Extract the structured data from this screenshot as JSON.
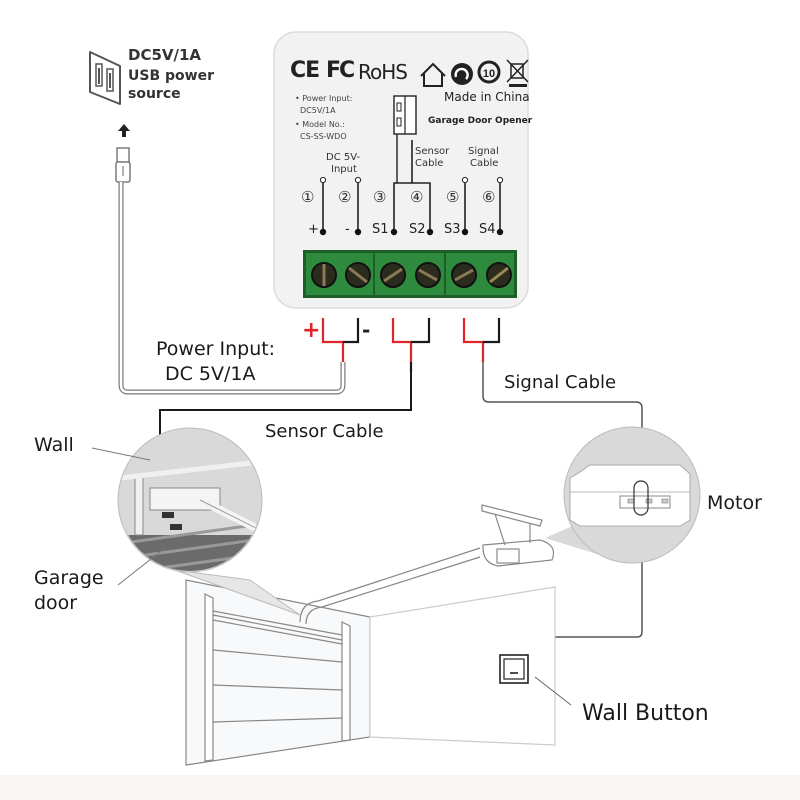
{
  "title": "Garage Door Opener Wiring Diagram",
  "usb_source": {
    "line1": "DC5V/1A",
    "line2": "USB power",
    "line3": "source"
  },
  "device": {
    "certifications": [
      "CE",
      "FC",
      "RoHS"
    ],
    "made_in": "Made in China",
    "product_name": "Garage Door Opener",
    "power_input_label": "• Power Input:",
    "power_input_value": "DC5V/1A",
    "model_label": "• Model No.:",
    "model_value": "CS-SS-WDO",
    "group_labels": {
      "dc_input_1": "DC 5V-",
      "dc_input_2": "Input",
      "sensor_1": "Sensor",
      "sensor_2": "Cable",
      "signal_1": "Signal",
      "signal_2": "Cable"
    },
    "terminals": [
      {
        "number": "①",
        "label": "+"
      },
      {
        "number": "②",
        "label": "-"
      },
      {
        "number": "③",
        "label": "S1"
      },
      {
        "number": "④",
        "label": "S2"
      },
      {
        "number": "⑤",
        "label": "S3"
      },
      {
        "number": "⑥",
        "label": "S4"
      }
    ]
  },
  "wire_polarity": {
    "plus": "+",
    "minus": "-"
  },
  "labels": {
    "power_input_1": "Power Input:",
    "power_input_2": "DC 5V/1A",
    "sensor_cable": "Sensor Cable",
    "signal_cable": "Signal Cable",
    "wall": "Wall",
    "garage_door_1": "Garage",
    "garage_door_2": "door",
    "motor": "Motor",
    "wall_button": "Wall Button"
  },
  "colors": {
    "terminal_green": "#2e8b3e",
    "wire_red": "#e0242a",
    "wire_black": "#1a1a1a",
    "device_body": "#f2f2f2",
    "zoom_circle": "#d9d9d9"
  }
}
